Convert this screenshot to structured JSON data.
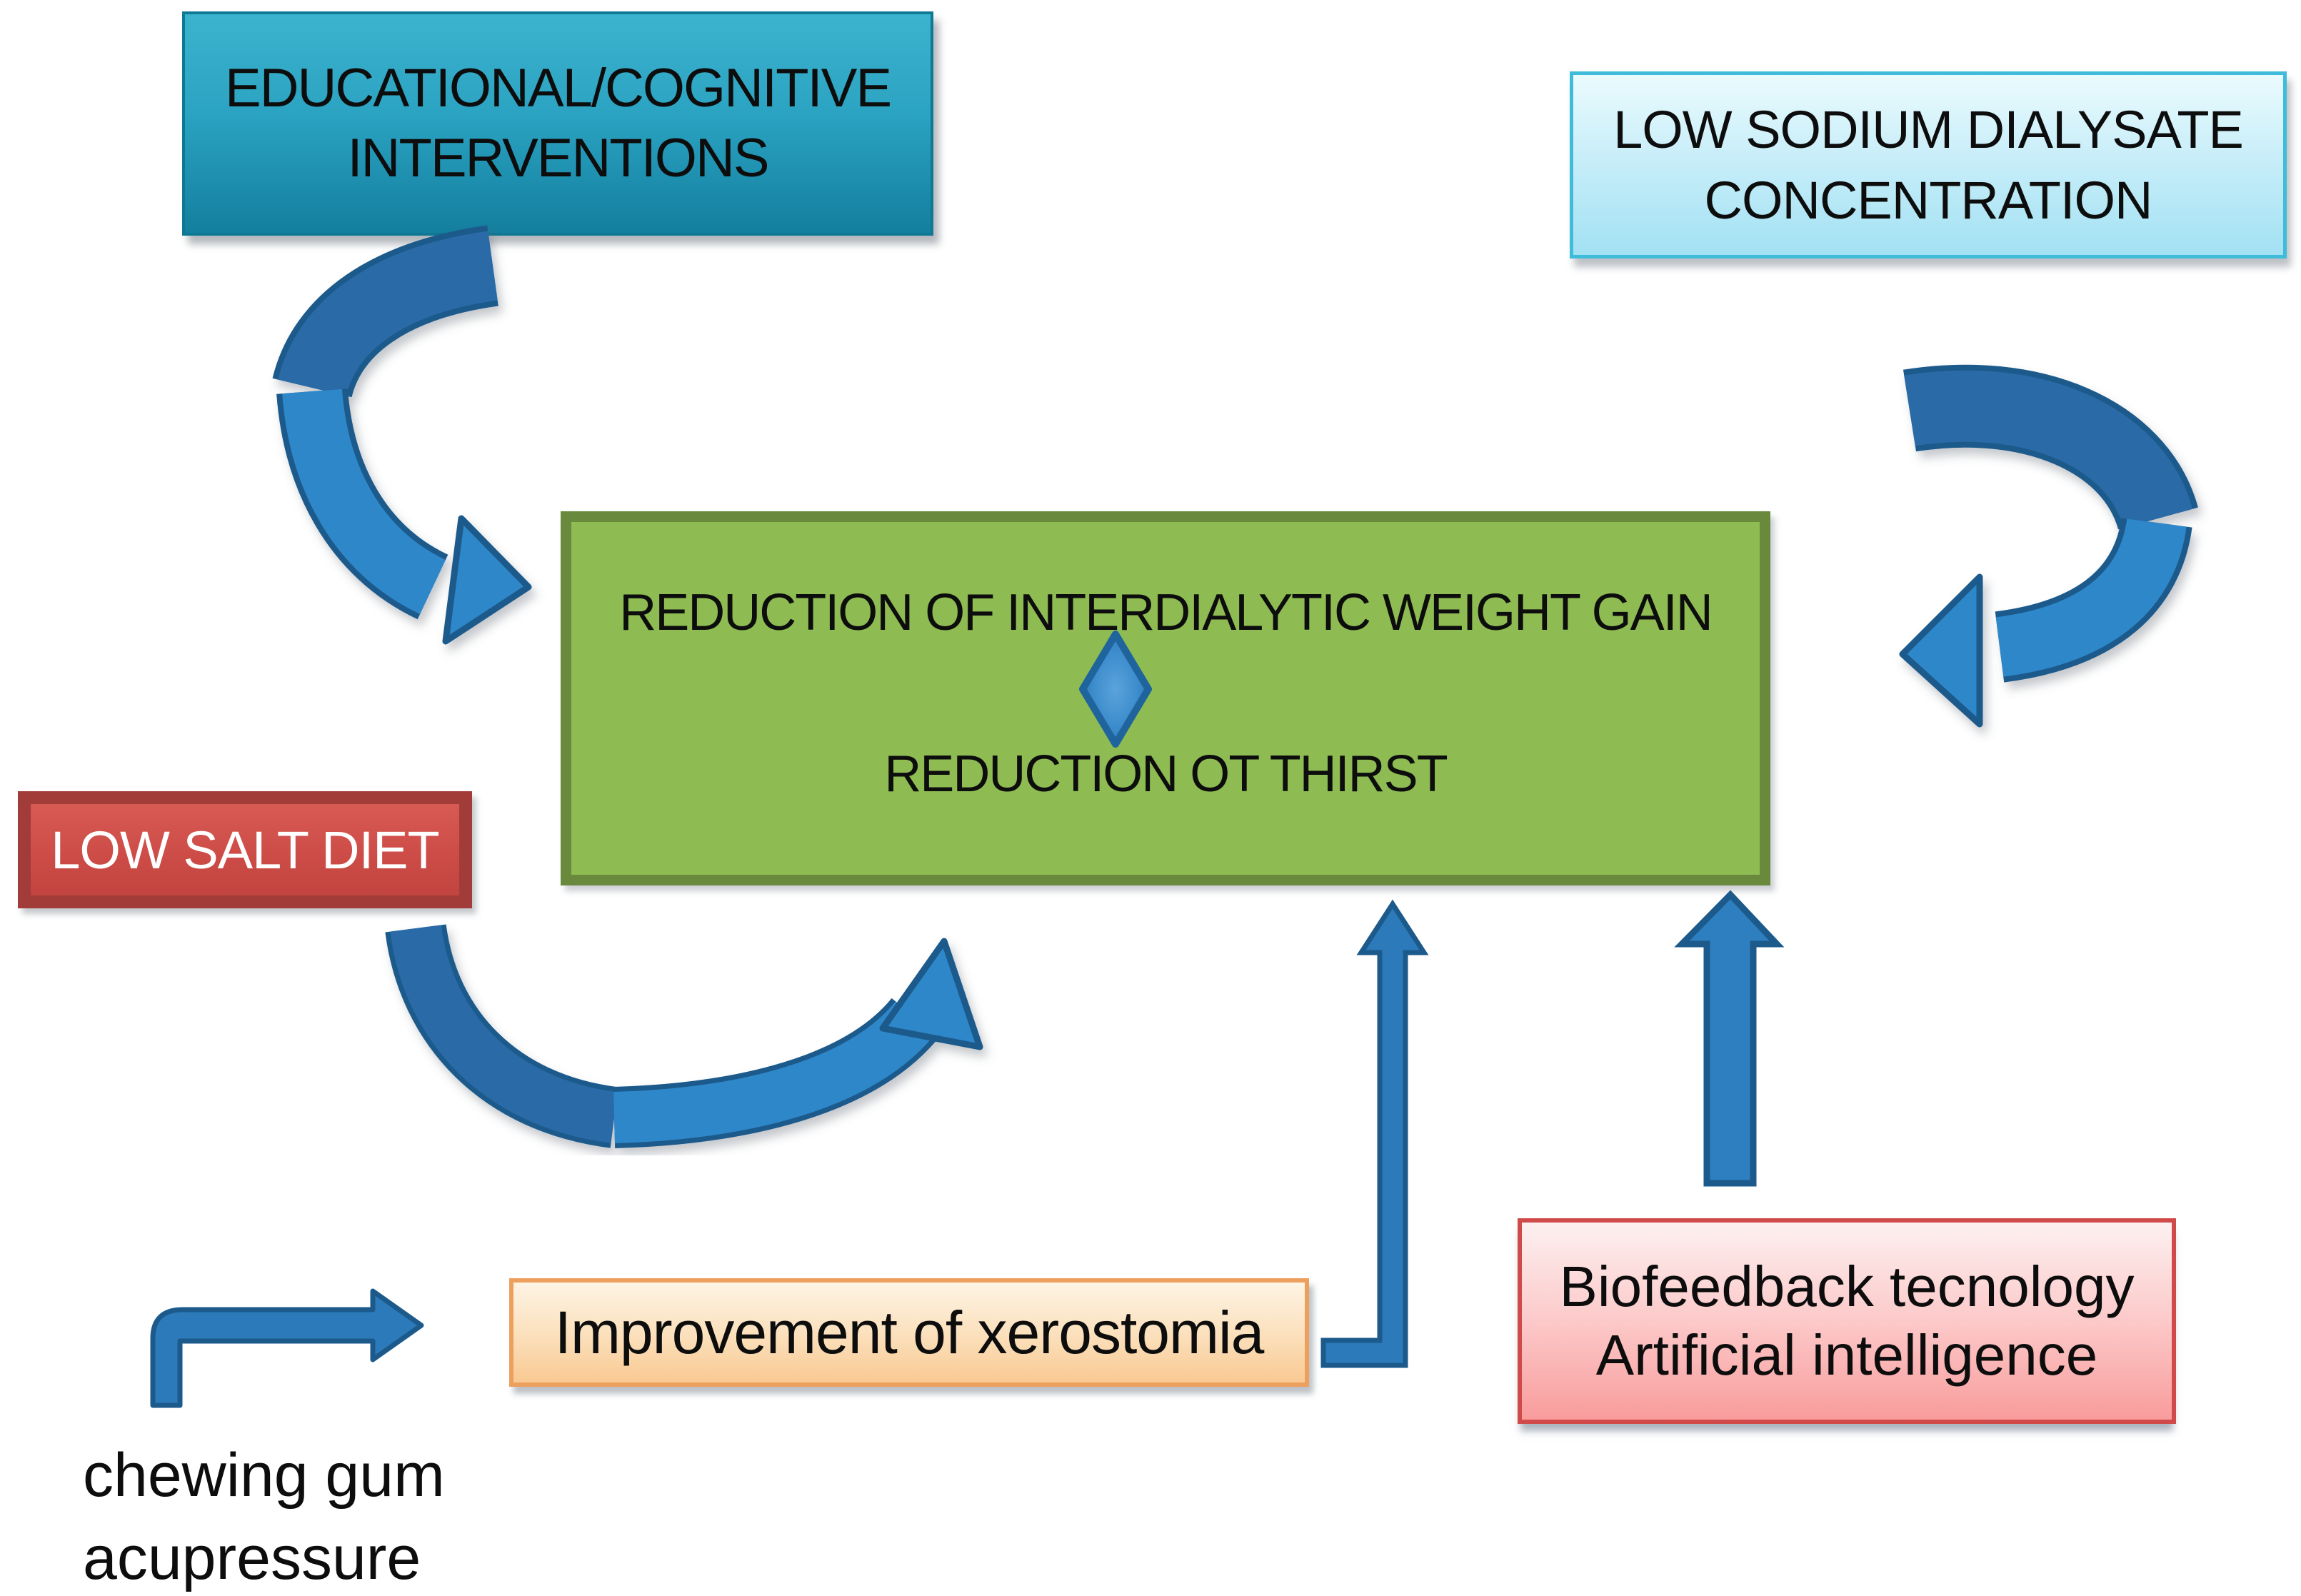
{
  "diagram_type": "flow-diagram",
  "topic": "strategies to reduce interdialytic weight gain and thirst",
  "nodes": {
    "educational": {
      "line1": "EDUCATIONAL/COGNITIVE",
      "line2": "INTERVENTIONS",
      "fill_top": "#3cb3ce",
      "fill_bottom": "#147f9f",
      "border": "#0f7895",
      "text_color": "#0d0d0d"
    },
    "low_sodium": {
      "line1": "LOW SODIUM DIALYSATE",
      "line2": "CONCENTRATION",
      "fill_top": "#eafbfe",
      "fill_bottom": "#a2e1f3",
      "border": "#3fbcd9",
      "text_color": "#0d0d0d"
    },
    "outcome": {
      "line1": "REDUCTION OF INTERDIALYTIC WEIGHT GAIN",
      "line2": "REDUCTION OT THIRST",
      "fill": "#8ebc53",
      "border": "#69893d",
      "text_color": "#0d0d0d",
      "separator_icon": "blue-diamond"
    },
    "low_salt": {
      "label": "LOW SALT DIET",
      "fill": "#cc4b46",
      "border": "#a23c39",
      "text_color": "#ffffff"
    },
    "xerostomia": {
      "label": "Improvement of xerostomia",
      "fill_top": "#fdf4e4",
      "fill_bottom": "#f9c992",
      "border": "#eda05e",
      "text_color": "#0d0d0d"
    },
    "biofeedback": {
      "line1": "Biofeedback tecnology",
      "line2": "Artificial intelligence",
      "fill_top": "#fdf0f0",
      "fill_bottom": "#f99c9c",
      "border": "#d14a4a",
      "text_color": "#0d0d0d"
    },
    "adjuncts": {
      "line1": "chewing gum",
      "line2": "acupressure",
      "text_color": "#0d0d0d"
    }
  },
  "arrows": [
    {
      "from": "educational",
      "to": "outcome",
      "shape": "curved-c-left",
      "color_dark": "#2a6ba6",
      "color_light": "#2f87c9"
    },
    {
      "from": "low_sodium",
      "to": "outcome",
      "shape": "curved-c-right",
      "color_dark": "#2a6ba6",
      "color_light": "#2f87c9"
    },
    {
      "from": "low_salt",
      "to": "outcome",
      "shape": "curved-u-up",
      "color_dark": "#2a6ba6",
      "color_light": "#2f87c9"
    },
    {
      "from": "xerostomia",
      "to": "outcome",
      "shape": "elbow-up-thin",
      "color": "#2c7ab9"
    },
    {
      "from": "biofeedback",
      "to": "outcome",
      "shape": "straight-up-thick",
      "color": "#2e7fc0"
    },
    {
      "from": "adjuncts",
      "to": "xerostomia",
      "shape": "elbow-right-small",
      "color": "#2c7ab9"
    }
  ],
  "arrow_outline_color": "#1d5a8c",
  "background_color": "#ffffff"
}
